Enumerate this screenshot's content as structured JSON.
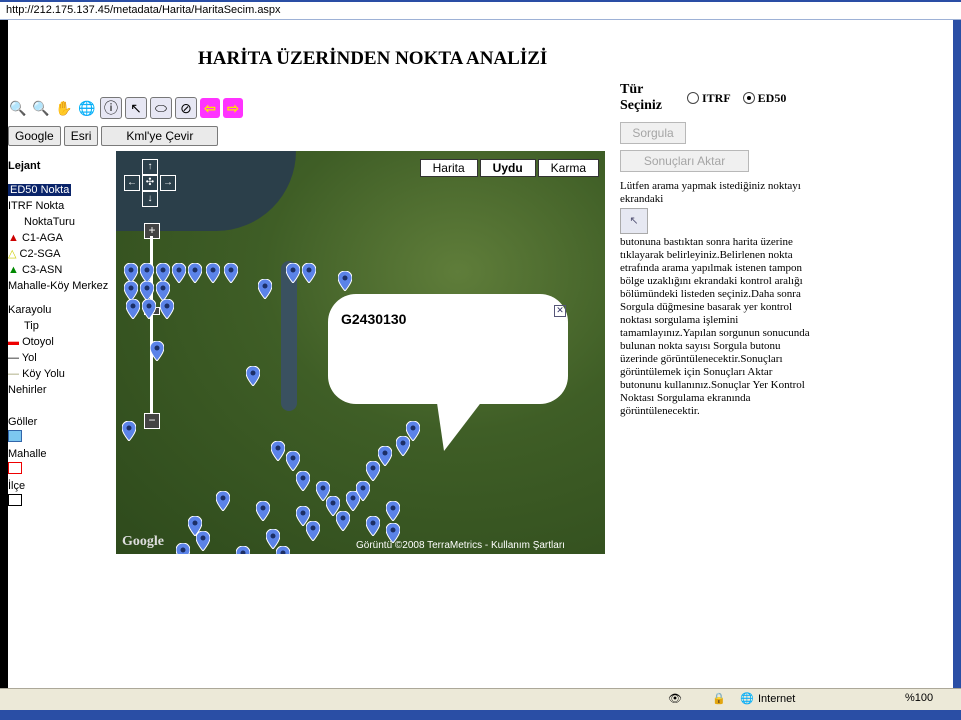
{
  "address_bar": {
    "url": "http://212.175.137.45/metadata/Harita/HaritaSecim.aspx"
  },
  "page": {
    "title": "HARİTA ÜZERİNDEN NOKTA ANALİZİ"
  },
  "map_buttons": {
    "google": "Google",
    "esri": "Esri",
    "kml": "Kml'ye Çevir"
  },
  "legend": {
    "title": "Lejant",
    "items": [
      "ED50 Nokta",
      "ITRF Nokta",
      "NoktaTuru",
      "C1-AGA",
      "C2-SGA",
      "C3-ASN",
      "Mahalle-Köy Merkez",
      "Karayolu",
      "Tip",
      "Otoyol",
      "Yol",
      "Köy Yolu",
      "Nehirler",
      "Göller",
      "Mahalle",
      "İlçe"
    ]
  },
  "map": {
    "types": [
      "Harita",
      "Uydu",
      "Karma"
    ],
    "selected_type": "Uydu",
    "popup_title": "G2430130",
    "copyright": "Görüntü ©2008 TerraMetrics - Kullanım Şartları",
    "logo": "Google"
  },
  "side_panel": {
    "label": "Tür Seçiniz",
    "options": [
      "ITRF",
      "ED50"
    ],
    "selected_option": "ED50",
    "query_button": "Sorgula",
    "export_button": "Sonuçları Aktar",
    "description_part1": "Lütfen arama yapmak istediğiniz noktayı ekrandaki",
    "description_part2": "butonuna bastıktan sonra harita üzerine tıklayarak belirleyiniz.Belirlenen nokta etrafında arama yapılmak istenen tampon bölge uzaklığını ekrandaki kontrol aralığı bölümündeki listeden seçiniz.Daha sonra Sorgula düğmesine basarak yer kontrol noktası sorgulama işlemini tamamlayınız.Yapılan sorgunun sonucunda bulunan nokta sayısı Sorgula butonu üzerinde görüntülenecektir.Sonuçları görüntülemek için Sonuçları Aktar butonunu kullanınız.Sonuçlar Yer Kontrol Noktası Sorgulama ekranında görüntülenecektir."
  },
  "status_bar": {
    "zone": "Internet",
    "zoom": "%100"
  }
}
